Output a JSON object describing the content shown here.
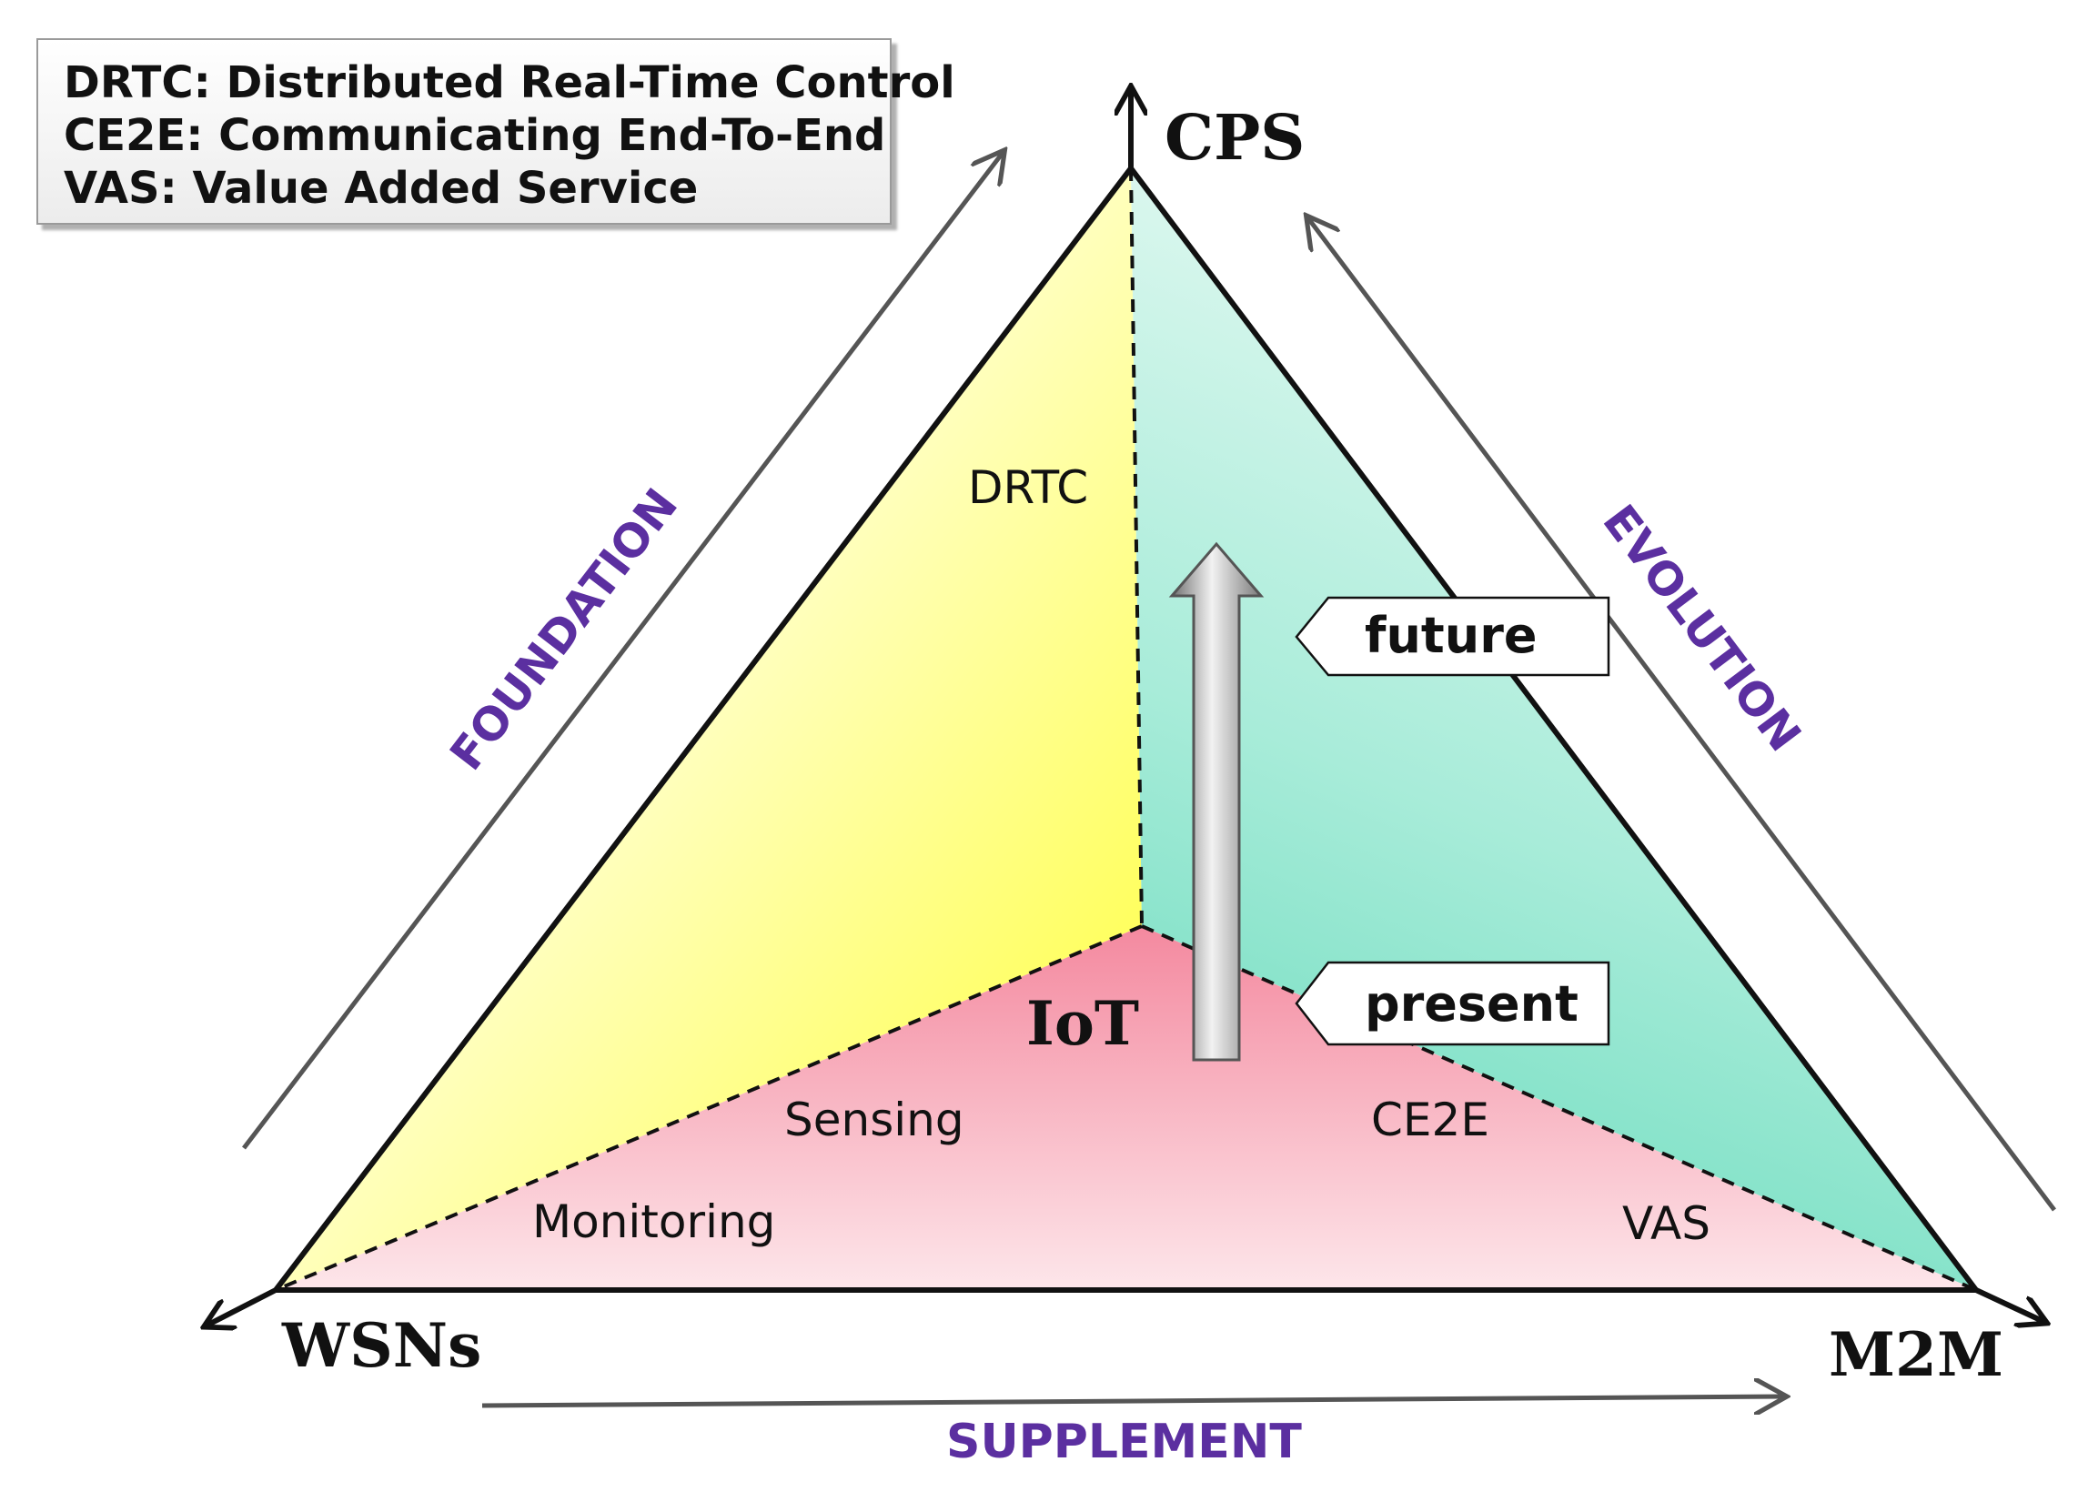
{
  "legend": {
    "line1": "DRTC: Distributed Real-Time Control",
    "line2": "CE2E: Communicating End-To-End",
    "line3": "VAS: Value Added Service"
  },
  "vertices": {
    "top": "CPS",
    "left": "WSNs",
    "right": "M2M"
  },
  "center": "IoT",
  "regions": {
    "drtc": "DRTC",
    "sensing": "Sensing",
    "monitoring": "Monitoring",
    "ce2e": "CE2E",
    "vas": "VAS"
  },
  "timeline": {
    "future": "future",
    "present": "present"
  },
  "edges": {
    "foundation": "FOUNDATION",
    "evolution": "EVOLUTION",
    "supplement": "SUPPLEMENT"
  },
  "colors": {
    "yellow": "#ffff66",
    "teal": "#7fe0c6",
    "pink": "#f7a5b5",
    "edge_text": "#5b2fa0"
  }
}
